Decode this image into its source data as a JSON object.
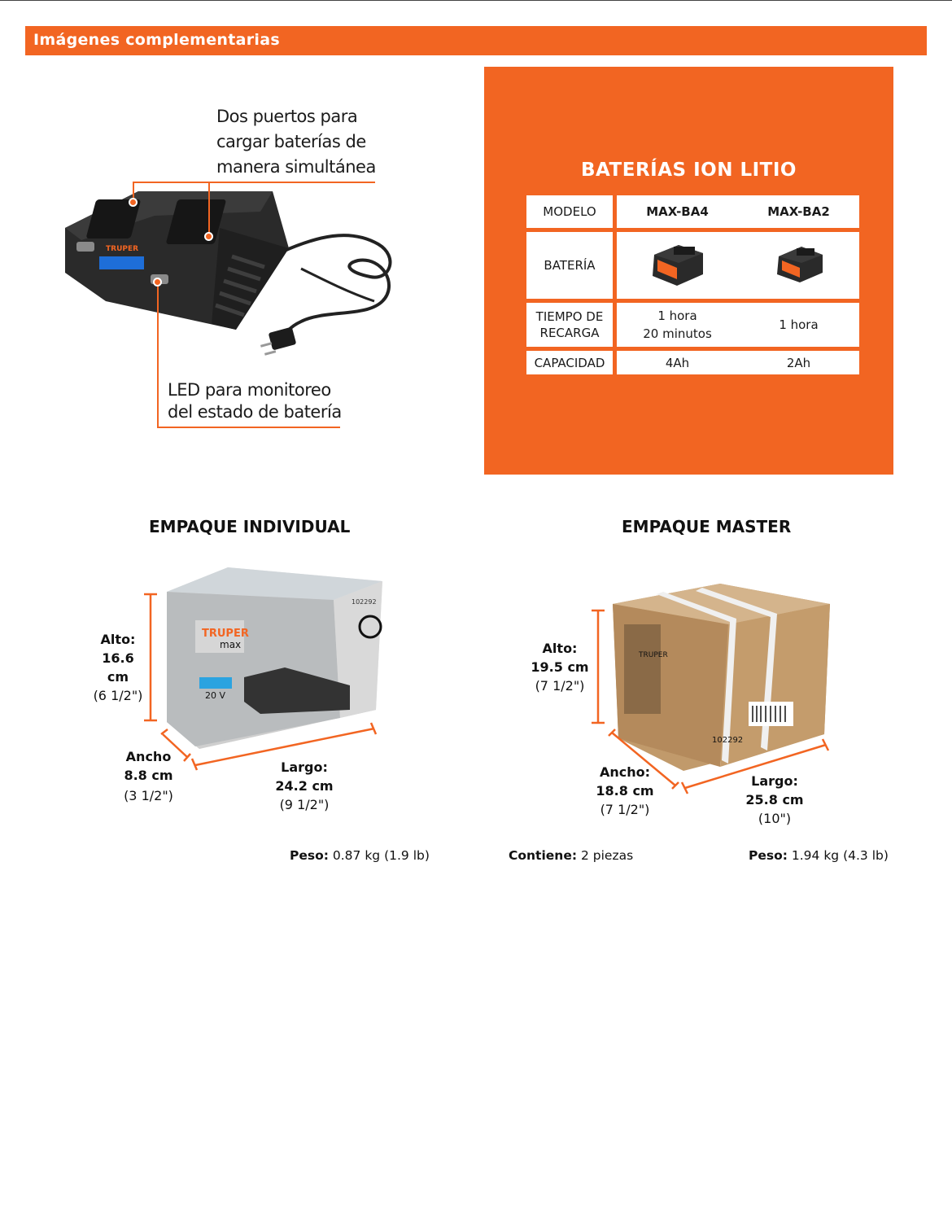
{
  "header": {
    "title": "Imágenes complementarias"
  },
  "charger": {
    "callout_ports": [
      "Dos puertos para",
      "cargar baterías de",
      "manera simultánea"
    ],
    "callout_led": [
      "LED para monitoreo",
      "del estado de batería"
    ]
  },
  "batteries": {
    "title": "BATERÍAS ION LITIO",
    "rows": {
      "model_label": "MODELO",
      "battery_label": "BATERÍA",
      "recharge_label": [
        "TIEMPO DE",
        "RECARGA"
      ],
      "capacity_label": "CAPACIDAD"
    },
    "models": [
      {
        "name": "MAX-BA4",
        "recharge": [
          "1 hora",
          "20 minutos"
        ],
        "capacity": "4Ah"
      },
      {
        "name": "MAX-BA2",
        "recharge": [
          "1 hora"
        ],
        "capacity": "2Ah"
      }
    ],
    "colors": {
      "accent": "#f26522"
    }
  },
  "individual": {
    "title": "EMPAQUE INDIVIDUAL",
    "alto": {
      "label": "Alto:",
      "cm": "16.6 cm",
      "in": "(6 1/2\")"
    },
    "ancho": {
      "label": "Ancho",
      "cm": "8.8 cm",
      "in": "(3 1/2\")"
    },
    "largo": {
      "label": "Largo:",
      "cm": "24.2 cm",
      "in": "(9 1/2\")"
    },
    "peso_label": "Peso:",
    "peso_value": "0.87 kg (1.9 lb)",
    "box_text": {
      "brand1": "TRUPER",
      "brand2": "max",
      "volt": "20 V",
      "code": "102292"
    }
  },
  "master": {
    "title": "EMPAQUE MASTER",
    "alto": {
      "label": "Alto:",
      "cm": "19.5 cm",
      "in": "(7 1/2\")"
    },
    "ancho": {
      "label": "Ancho:",
      "cm": "18.8 cm",
      "in": "(7 1/2\")"
    },
    "largo": {
      "label": "Largo:",
      "cm": "25.8 cm",
      "in": "(10\")"
    },
    "contiene_label": "Contiene:",
    "contiene_value": "2 piezas",
    "peso_label": "Peso:",
    "peso_value": "1.94 kg (4.3 lb)",
    "box_text": {
      "brand": "TRUPER",
      "code": "102292"
    }
  }
}
